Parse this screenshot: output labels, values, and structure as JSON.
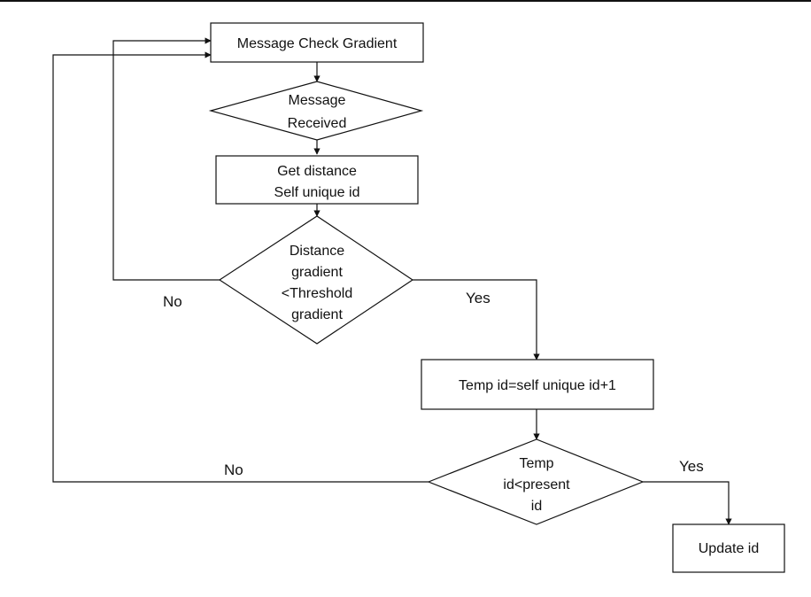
{
  "flowchart": {
    "nodes": {
      "message_check_gradient": "Message Check Gradient",
      "message_received": [
        "Message",
        "Received"
      ],
      "get_distance": [
        "Get distance",
        "Self unique id"
      ],
      "distance_gradient": [
        "Distance",
        "gradient",
        "<Threshold",
        "gradient"
      ],
      "temp_id_assign": "Temp id=self unique id+1",
      "temp_id_compare": [
        "Temp",
        "id<present",
        "id"
      ],
      "update_id": "Update id"
    },
    "edge_labels": {
      "gradient_no": "No",
      "gradient_yes": "Yes",
      "compare_no": "No",
      "compare_yes": "Yes"
    }
  }
}
